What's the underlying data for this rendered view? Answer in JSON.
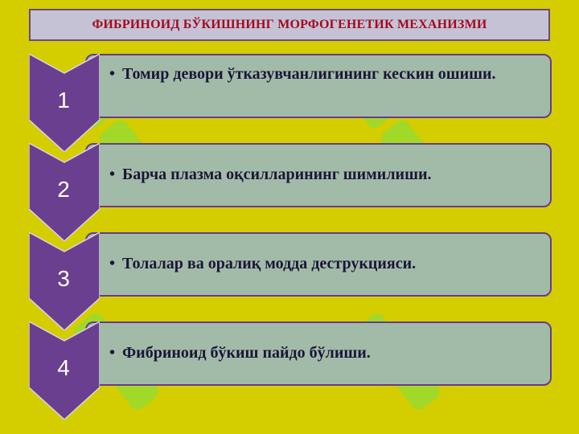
{
  "title": "ФИБРИНОИД БЎКИШНИНГ МОРФОГЕНЕТИК МЕХАНИЗМИ",
  "colors": {
    "background": "#d4cd00",
    "title_box": "#c6c2d6",
    "title_text": "#a10b1e",
    "card_fill": "#a2bba8",
    "card_border": "#6a3a8a",
    "chevron_fill": "#6b3f8f",
    "step_text": "#1b1538",
    "watermark": "#7be24a"
  },
  "bullet_symbol": "•",
  "steps": [
    {
      "number": "1",
      "text": "Томир девори ўтказувчанлигининг кескин ошиши."
    },
    {
      "number": "2",
      "text": "Барча плазма оқсилларининг шимилиши."
    },
    {
      "number": "3",
      "text": "Толалар ва оралиқ модда деструкцияси."
    },
    {
      "number": "4",
      "text": "Фибриноид бўкиш пайдо бўлиши."
    }
  ]
}
